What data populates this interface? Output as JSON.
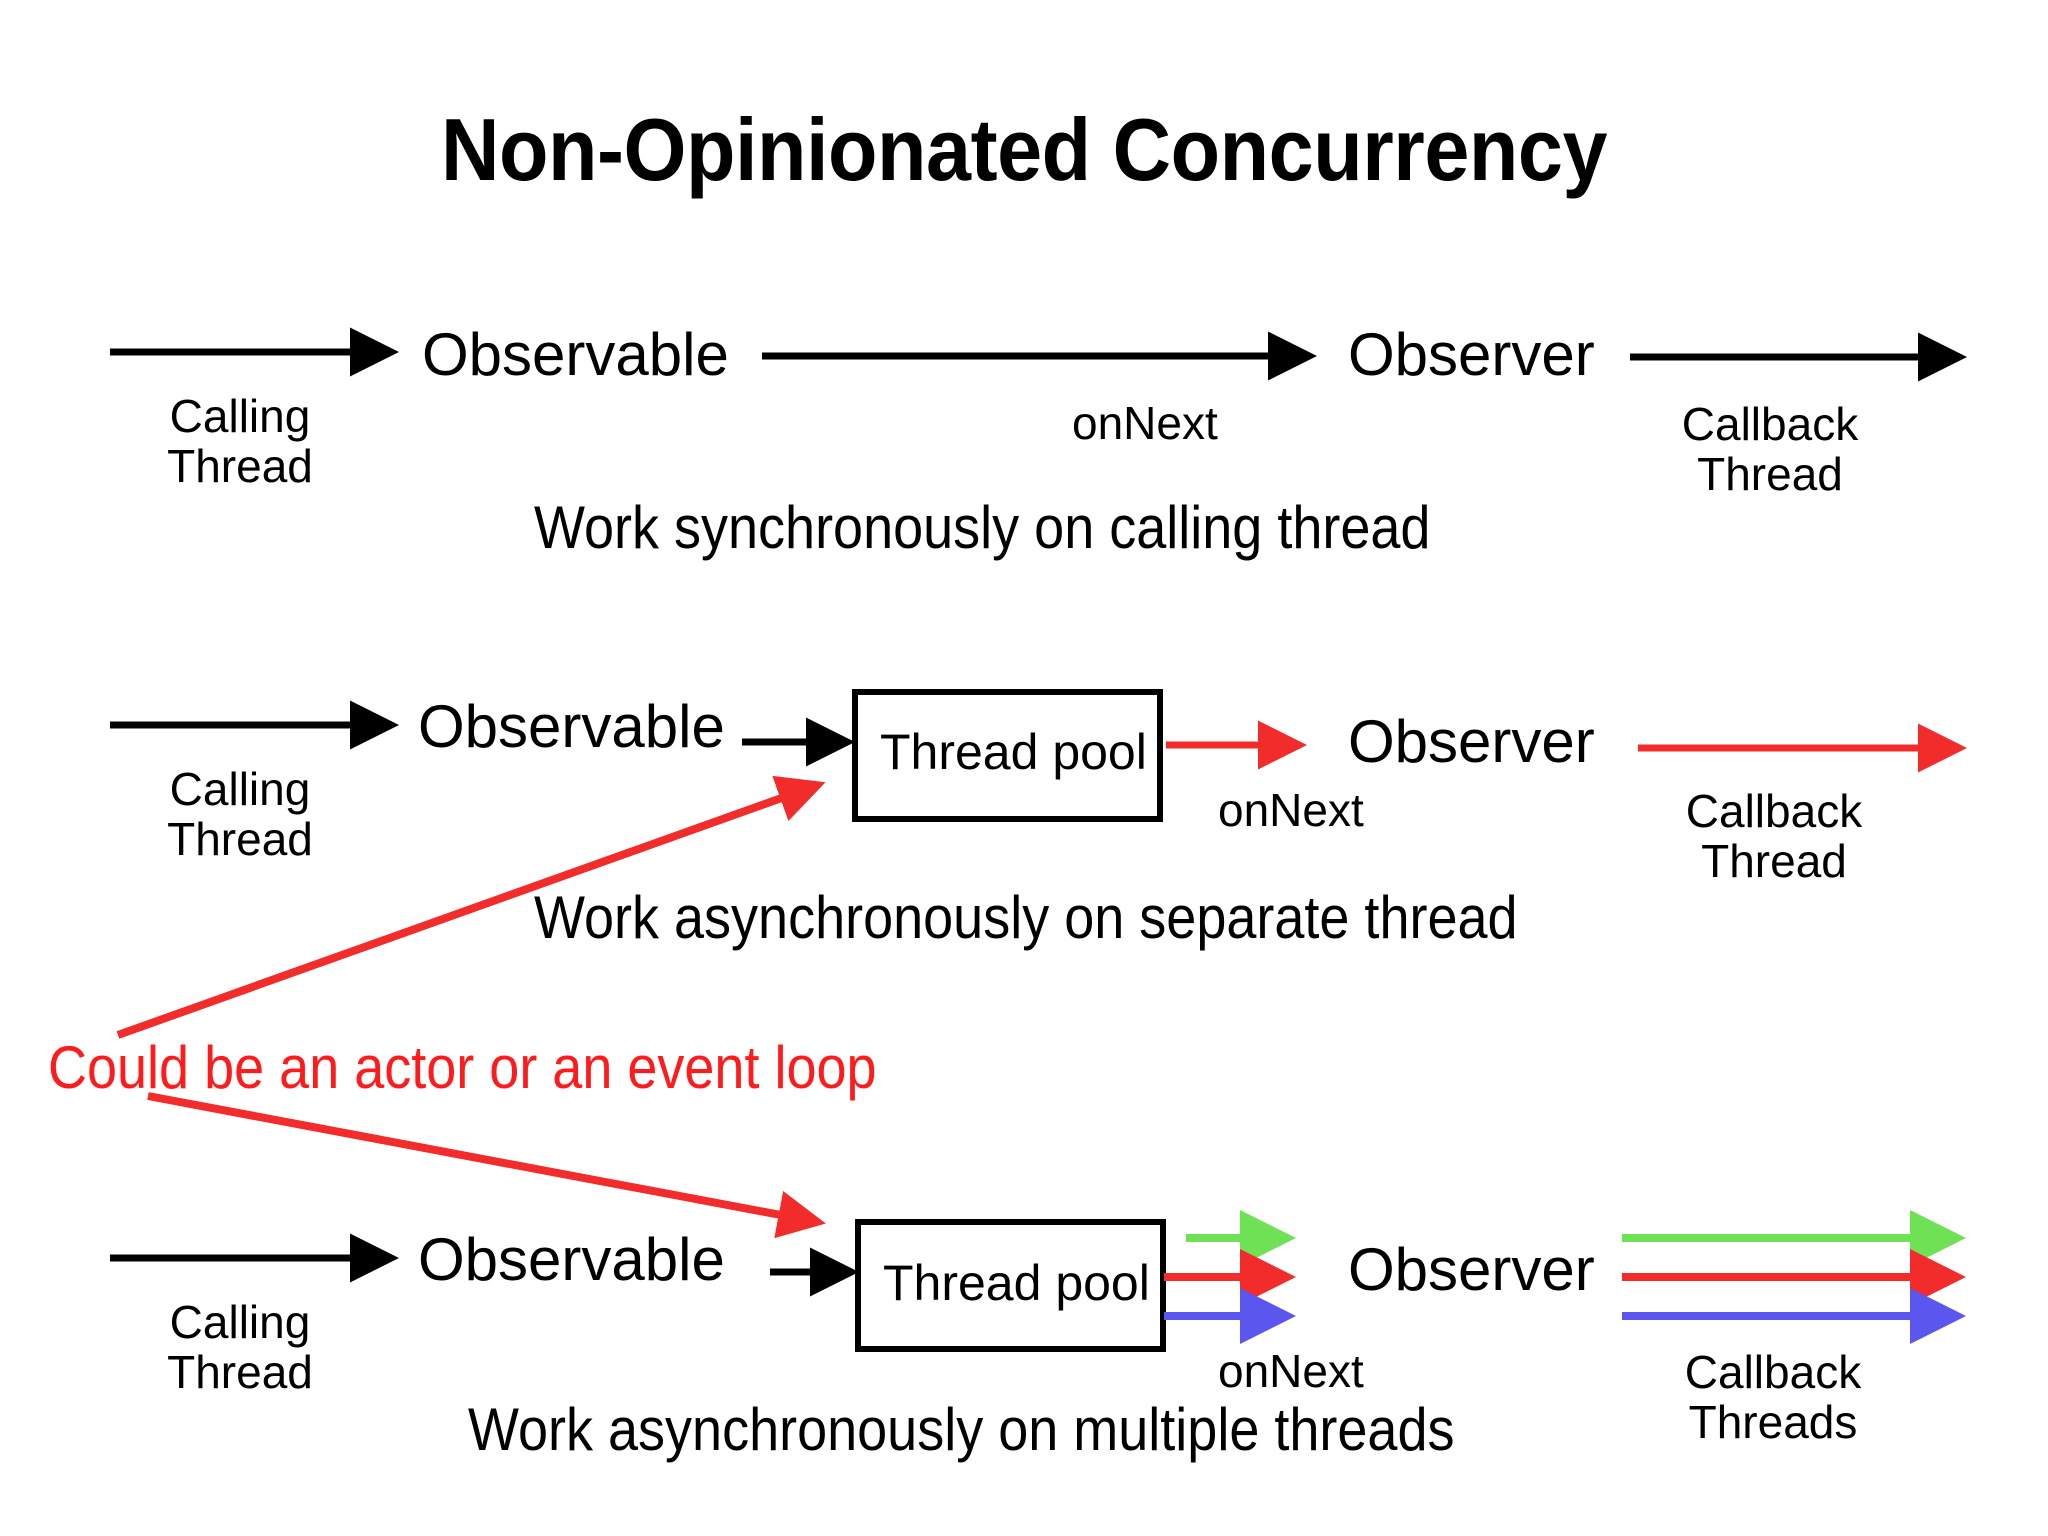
{
  "slide": {
    "title": "Non-Opinionated Concurrency",
    "background_color": "#FFFFFF",
    "text_color": "#000000",
    "accent_red": "#FF1B1B",
    "thread_colors": {
      "green": "#6FE155",
      "red": "#F22B2B",
      "blue": "#5B56EE"
    }
  },
  "annotation": {
    "text": "Could be an actor or an event loop",
    "color": "#FF1B1B"
  },
  "rows": [
    {
      "id": "synchronous",
      "observable_label": "Observable",
      "observer_label": "Observer",
      "calling_thread_label": "Calling\nThread",
      "onnext_label": "onNext",
      "callback_thread_label": "Callback\nThread",
      "caption": "Work synchronously on calling thread",
      "arrow_color": "#000000",
      "has_thread_pool": false,
      "thread_pool_label": ""
    },
    {
      "id": "asynchronous-single",
      "observable_label": "Observable",
      "observer_label": "Observer",
      "calling_thread_label": "Calling\nThread",
      "onnext_label": "onNext",
      "callback_thread_label": "Callback\nThread",
      "caption": "Work asynchronously on separate thread",
      "arrow_color": "#F22B2B",
      "has_thread_pool": true,
      "thread_pool_label": "Thread pool"
    },
    {
      "id": "asynchronous-multiple",
      "observable_label": "Observable",
      "observer_label": "Observer",
      "calling_thread_label": "Calling\nThread",
      "onnext_label": "onNext",
      "callback_thread_label": "Callback\nThreads",
      "caption": "Work asynchronously on multiple threads",
      "arrow_color": "multi",
      "has_thread_pool": true,
      "thread_pool_label": "Thread pool"
    }
  ]
}
